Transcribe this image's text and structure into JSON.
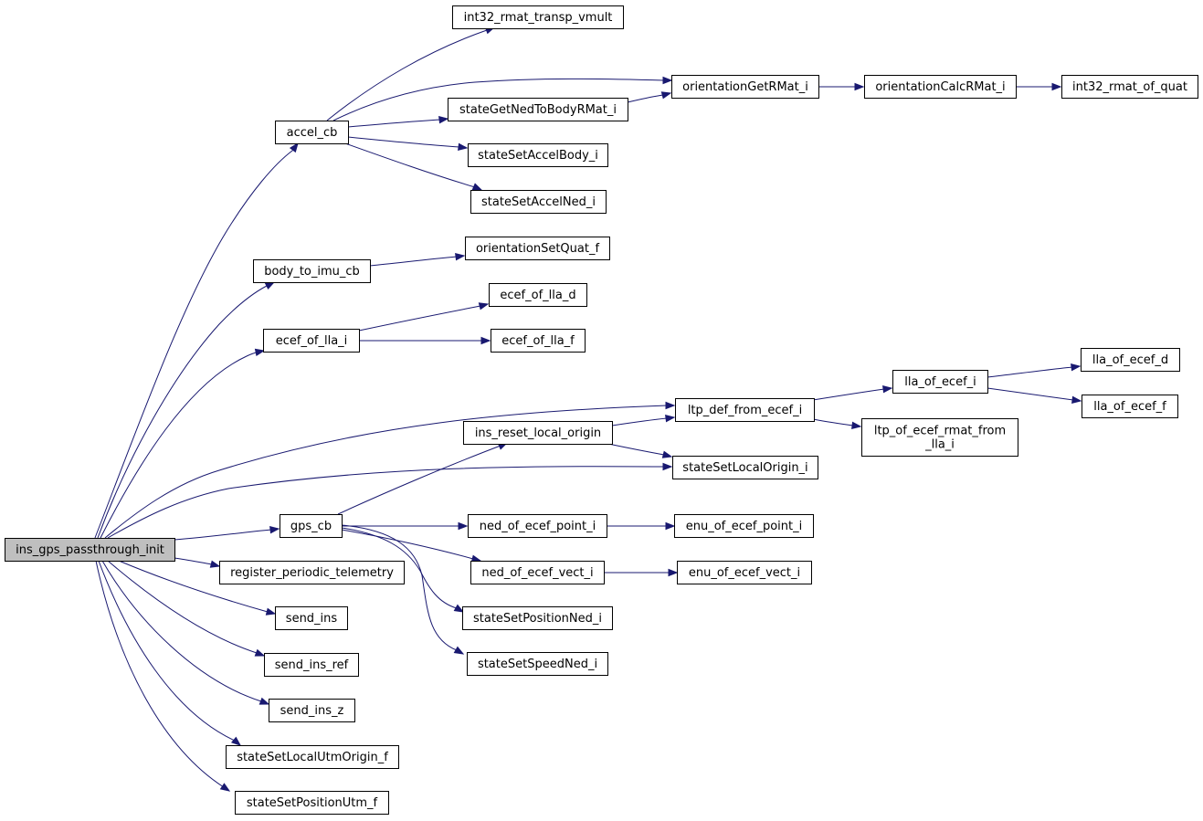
{
  "graph": {
    "root": "ins_gps_passthrough_init",
    "nodes": [
      {
        "id": "ins_gps_passthrough_init",
        "label": "ins_gps_passthrough_init"
      },
      {
        "id": "accel_cb",
        "label": "accel_cb"
      },
      {
        "id": "int32_rmat_transp_vmult",
        "label": "int32_rmat_transp_vmult"
      },
      {
        "id": "orientationGetRMat_i",
        "label": "orientationGetRMat_i"
      },
      {
        "id": "stateGetNedToBodyRMat_i",
        "label": "stateGetNedToBodyRMat_i"
      },
      {
        "id": "orientationCalcRMat_i",
        "label": "orientationCalcRMat_i"
      },
      {
        "id": "int32_rmat_of_quat",
        "label": "int32_rmat_of_quat"
      },
      {
        "id": "stateSetAccelBody_i",
        "label": "stateSetAccelBody_i"
      },
      {
        "id": "stateSetAccelNed_i",
        "label": "stateSetAccelNed_i"
      },
      {
        "id": "body_to_imu_cb",
        "label": "body_to_imu_cb"
      },
      {
        "id": "orientationSetQuat_f",
        "label": "orientationSetQuat_f"
      },
      {
        "id": "ecef_of_lla_i",
        "label": "ecef_of_lla_i"
      },
      {
        "id": "ecef_of_lla_d",
        "label": "ecef_of_lla_d"
      },
      {
        "id": "ecef_of_lla_f",
        "label": "ecef_of_lla_f"
      },
      {
        "id": "ltp_def_from_ecef_i",
        "label": "ltp_def_from_ecef_i"
      },
      {
        "id": "lla_of_ecef_i",
        "label": "lla_of_ecef_i"
      },
      {
        "id": "lla_of_ecef_d",
        "label": "lla_of_ecef_d"
      },
      {
        "id": "lla_of_ecef_f",
        "label": "lla_of_ecef_f"
      },
      {
        "id": "ltp_of_ecef_rmat_from_lla_i",
        "label": "ltp_of_ecef_rmat_from_lla_i",
        "lines": [
          "ltp_of_ecef_rmat_from",
          "_lla_i"
        ]
      },
      {
        "id": "ins_reset_local_origin",
        "label": "ins_reset_local_origin"
      },
      {
        "id": "stateSetLocalOrigin_i",
        "label": "stateSetLocalOrigin_i"
      },
      {
        "id": "gps_cb",
        "label": "gps_cb"
      },
      {
        "id": "ned_of_ecef_point_i",
        "label": "ned_of_ecef_point_i"
      },
      {
        "id": "enu_of_ecef_point_i",
        "label": "enu_of_ecef_point_i"
      },
      {
        "id": "ned_of_ecef_vect_i",
        "label": "ned_of_ecef_vect_i"
      },
      {
        "id": "enu_of_ecef_vect_i",
        "label": "enu_of_ecef_vect_i"
      },
      {
        "id": "stateSetPositionNed_i",
        "label": "stateSetPositionNed_i"
      },
      {
        "id": "stateSetSpeedNed_i",
        "label": "stateSetSpeedNed_i"
      },
      {
        "id": "register_periodic_telemetry",
        "label": "register_periodic_telemetry"
      },
      {
        "id": "send_ins",
        "label": "send_ins"
      },
      {
        "id": "send_ins_ref",
        "label": "send_ins_ref"
      },
      {
        "id": "send_ins_z",
        "label": "send_ins_z"
      },
      {
        "id": "stateSetLocalUtmOrigin_f",
        "label": "stateSetLocalUtmOrigin_f"
      },
      {
        "id": "stateSetPositionUtm_f",
        "label": "stateSetPositionUtm_f"
      }
    ],
    "edges": [
      {
        "from": "ins_gps_passthrough_init",
        "to": "accel_cb"
      },
      {
        "from": "ins_gps_passthrough_init",
        "to": "body_to_imu_cb"
      },
      {
        "from": "ins_gps_passthrough_init",
        "to": "ecef_of_lla_i"
      },
      {
        "from": "ins_gps_passthrough_init",
        "to": "ltp_def_from_ecef_i"
      },
      {
        "from": "ins_gps_passthrough_init",
        "to": "stateSetLocalOrigin_i"
      },
      {
        "from": "ins_gps_passthrough_init",
        "to": "gps_cb"
      },
      {
        "from": "ins_gps_passthrough_init",
        "to": "register_periodic_telemetry"
      },
      {
        "from": "ins_gps_passthrough_init",
        "to": "send_ins"
      },
      {
        "from": "ins_gps_passthrough_init",
        "to": "send_ins_ref"
      },
      {
        "from": "ins_gps_passthrough_init",
        "to": "send_ins_z"
      },
      {
        "from": "ins_gps_passthrough_init",
        "to": "stateSetLocalUtmOrigin_f"
      },
      {
        "from": "ins_gps_passthrough_init",
        "to": "stateSetPositionUtm_f"
      },
      {
        "from": "accel_cb",
        "to": "int32_rmat_transp_vmult"
      },
      {
        "from": "accel_cb",
        "to": "orientationGetRMat_i"
      },
      {
        "from": "accel_cb",
        "to": "stateGetNedToBodyRMat_i"
      },
      {
        "from": "accel_cb",
        "to": "stateSetAccelBody_i"
      },
      {
        "from": "accel_cb",
        "to": "stateSetAccelNed_i"
      },
      {
        "from": "stateGetNedToBodyRMat_i",
        "to": "orientationGetRMat_i"
      },
      {
        "from": "orientationGetRMat_i",
        "to": "orientationCalcRMat_i"
      },
      {
        "from": "orientationCalcRMat_i",
        "to": "int32_rmat_of_quat"
      },
      {
        "from": "body_to_imu_cb",
        "to": "orientationSetQuat_f"
      },
      {
        "from": "ecef_of_lla_i",
        "to": "ecef_of_lla_d"
      },
      {
        "from": "ecef_of_lla_i",
        "to": "ecef_of_lla_f"
      },
      {
        "from": "ltp_def_from_ecef_i",
        "to": "lla_of_ecef_i"
      },
      {
        "from": "ltp_def_from_ecef_i",
        "to": "ltp_of_ecef_rmat_from_lla_i"
      },
      {
        "from": "lla_of_ecef_i",
        "to": "lla_of_ecef_d"
      },
      {
        "from": "lla_of_ecef_i",
        "to": "lla_of_ecef_f"
      },
      {
        "from": "ins_reset_local_origin",
        "to": "ltp_def_from_ecef_i"
      },
      {
        "from": "ins_reset_local_origin",
        "to": "stateSetLocalOrigin_i"
      },
      {
        "from": "gps_cb",
        "to": "ins_reset_local_origin"
      },
      {
        "from": "gps_cb",
        "to": "ned_of_ecef_point_i"
      },
      {
        "from": "gps_cb",
        "to": "ned_of_ecef_vect_i"
      },
      {
        "from": "gps_cb",
        "to": "stateSetPositionNed_i"
      },
      {
        "from": "gps_cb",
        "to": "stateSetSpeedNed_i"
      },
      {
        "from": "ned_of_ecef_point_i",
        "to": "enu_of_ecef_point_i"
      },
      {
        "from": "ned_of_ecef_vect_i",
        "to": "enu_of_ecef_vect_i"
      }
    ]
  },
  "colors": {
    "edge": "#191970",
    "root_fill": "#bfbfbf",
    "node_fill": "#ffffff",
    "node_stroke": "#000000"
  }
}
